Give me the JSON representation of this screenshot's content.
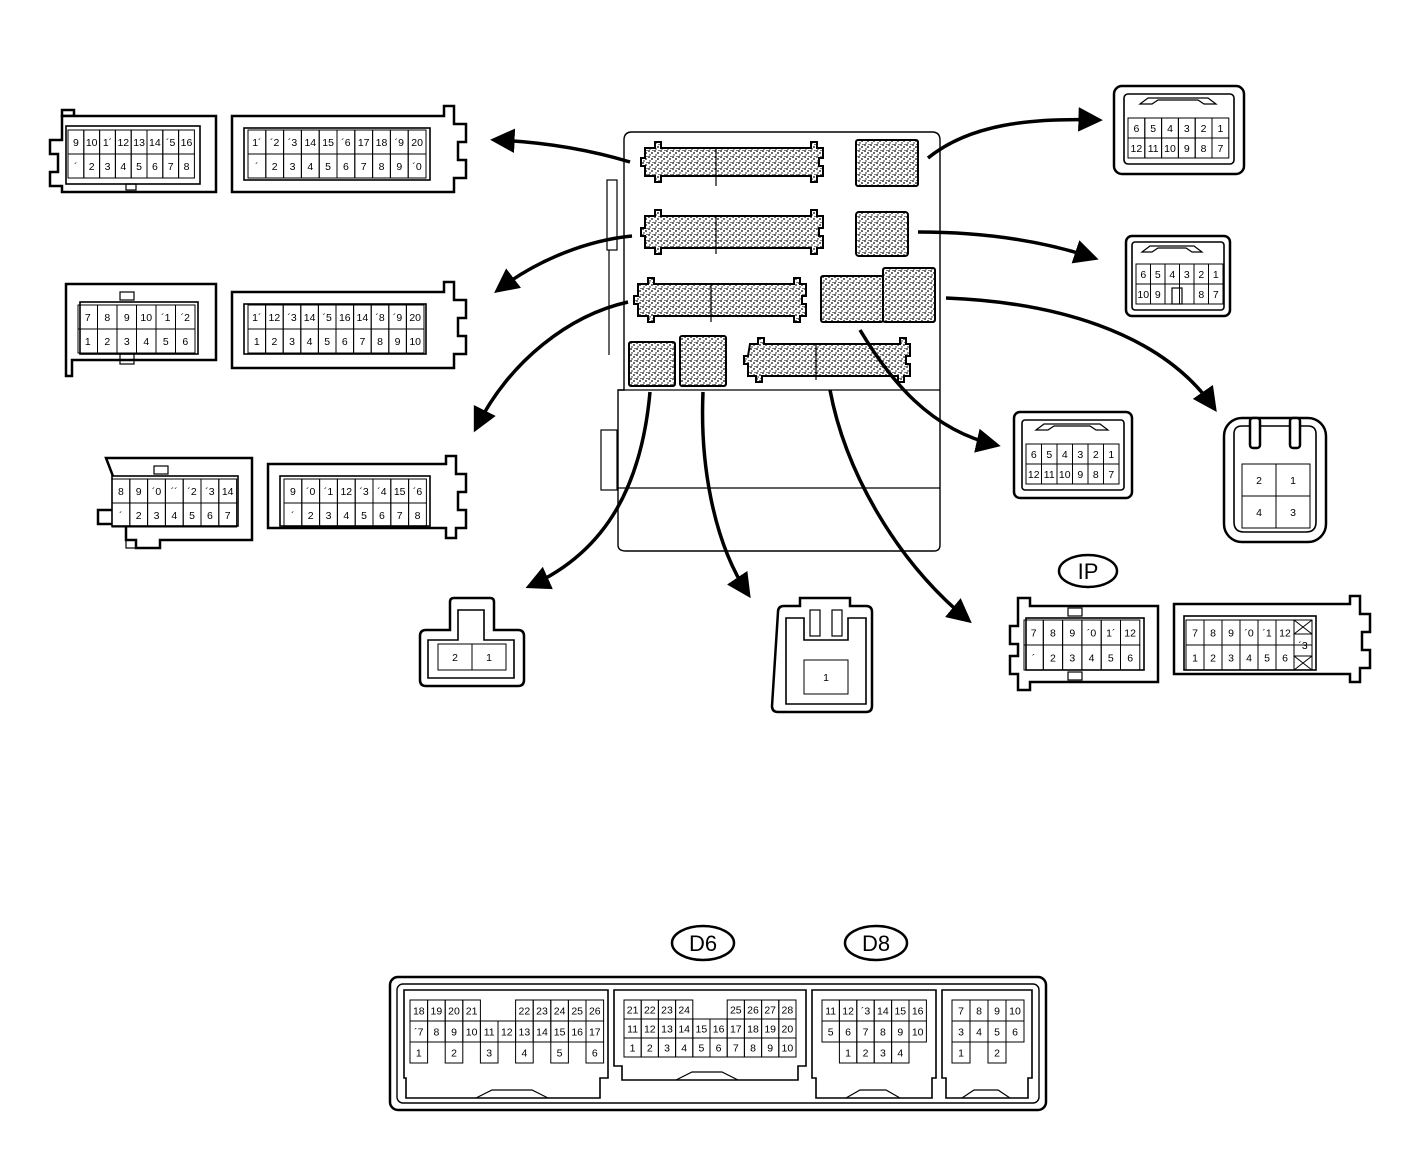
{
  "tags": {
    "ip": "IP",
    "d6": "D6",
    "d8": "D8"
  },
  "connectors": {
    "c1a": {
      "top": [
        "9",
        "10",
        "1´",
        "12",
        "13",
        "14",
        "´5",
        "16"
      ],
      "bottom": [
        "´",
        "2",
        "3",
        "4",
        "5",
        "6",
        "7",
        "8"
      ]
    },
    "c1b": {
      "top": [
        "1´",
        "´2",
        "´3",
        "14",
        "15",
        "´6",
        "17",
        "18",
        "´9",
        "20"
      ],
      "bottom": [
        "´",
        "2",
        "3",
        "4",
        "5",
        "6",
        "7",
        "8",
        "9",
        "´0"
      ]
    },
    "c2a": {
      "top": [
        "7",
        "8",
        "9",
        "10",
        "´1",
        "´2"
      ],
      "bottom": [
        "1",
        "2",
        "3",
        "4",
        "5",
        "6"
      ]
    },
    "c2b": {
      "top": [
        "1´",
        "12",
        "´3",
        "14",
        "´5",
        "16",
        "14",
        "´8",
        "´9",
        "20"
      ],
      "bottom": [
        "1",
        "2",
        "3",
        "4",
        "5",
        "6",
        "7",
        "8",
        "9",
        "10"
      ]
    },
    "c3a": {
      "top": [
        "8",
        "9",
        "´0",
        "´´",
        "´2",
        "´3",
        "14"
      ],
      "bottom": [
        "´",
        "2",
        "3",
        "4",
        "5",
        "6",
        "7"
      ]
    },
    "c3b": {
      "top": [
        "9",
        "´0",
        "´1",
        "12",
        "´3",
        "´4",
        "15",
        "´6"
      ],
      "bottom": [
        "´",
        "2",
        "3",
        "4",
        "5",
        "6",
        "7",
        "8"
      ]
    },
    "r1": {
      "top": [
        "6",
        "5",
        "4",
        "3",
        "2",
        "1"
      ],
      "bottom": [
        "12",
        "11",
        "10",
        "9",
        "8",
        "7"
      ]
    },
    "r2": {
      "top": [
        "6",
        "5",
        "4",
        "3",
        "2",
        "1"
      ],
      "bottom": [
        "10",
        "9",
        "",
        "",
        "8",
        "7"
      ]
    },
    "r3": {
      "top": [
        "6",
        "5",
        "4",
        "3",
        "2",
        "1"
      ],
      "bottom": [
        "12",
        "11",
        "10",
        "9",
        "8",
        "7"
      ]
    },
    "r4": {
      "top": [
        "2",
        "1"
      ],
      "bottom": [
        "4",
        "3"
      ]
    },
    "b1": {
      "pins": [
        "2",
        "1"
      ]
    },
    "b2": {
      "pins": [
        "1"
      ]
    },
    "ipa": {
      "top": [
        "7",
        "8",
        "9",
        "´0",
        "1´",
        "12"
      ],
      "bottom": [
        "´",
        "2",
        "3",
        "4",
        "5",
        "6"
      ]
    },
    "ipb": {
      "top": [
        "7",
        "8",
        "9",
        "´0",
        "´1",
        "12",
        ""
      ],
      "bottom": [
        "1",
        "2",
        "3",
        "4",
        "5",
        "6",
        ""
      ],
      "side": "´3"
    },
    "ecu1": {
      "row1": [
        "18",
        "19",
        "20",
        "21",
        "",
        "",
        "22",
        "23",
        "24",
        "25",
        "26"
      ],
      "row2": [
        "´7",
        "8",
        "9",
        "10",
        "11",
        "12",
        "13",
        "14",
        "15",
        "16",
        "17"
      ],
      "row3": [
        "1",
        "",
        "2",
        "",
        "3",
        "",
        "4",
        "",
        "5",
        "",
        "6"
      ]
    },
    "ecu2": {
      "row1": [
        "21",
        "22",
        "23",
        "24",
        "",
        "",
        "25",
        "26",
        "27",
        "28"
      ],
      "row2": [
        "11",
        "12",
        "13",
        "14",
        "15",
        "16",
        "17",
        "18",
        "19",
        "20"
      ],
      "row3": [
        "1",
        "2",
        "3",
        "4",
        "5",
        "6",
        "7",
        "8",
        "9",
        "10"
      ]
    },
    "ecu3": {
      "row1": [
        "11",
        "12",
        "´3",
        "14",
        "15",
        "16"
      ],
      "row2": [
        "5",
        "6",
        "7",
        "8",
        "9",
        "10"
      ],
      "row3": [
        "",
        "1",
        "2",
        "3",
        "4",
        ""
      ]
    },
    "ecu4": {
      "row1": [
        "7",
        "8",
        "9",
        "10"
      ],
      "row2": [
        "3",
        "4",
        "5",
        "6"
      ],
      "row3": [
        "1",
        "",
        "2",
        ""
      ]
    }
  }
}
